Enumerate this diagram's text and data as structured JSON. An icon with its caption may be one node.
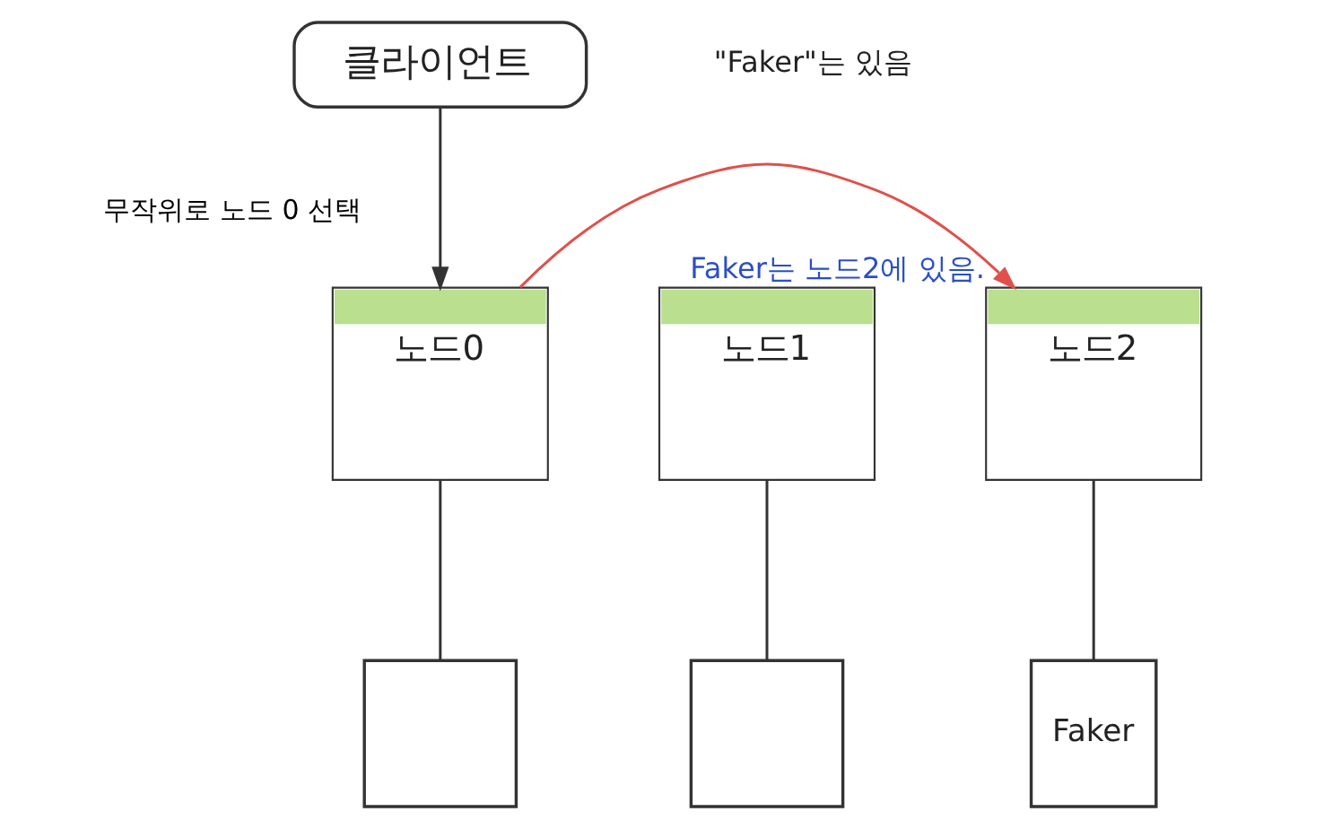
{
  "diagram": {
    "nodes": [
      {
        "text": [
          "클라이언트"
        ]
      },
      {
        "text": [
          "노드0"
        ]
      },
      {
        "text": [
          "노드1"
        ]
      },
      {
        "text": [
          "노드2"
        ],
        "beside": [
          "Faker는 노드2에 있음."
        ]
      },
      {
        "text": [],
        "shape": "box"
      },
      {
        "text": [],
        "shape": "box"
      },
      {
        "text": [
          "Faker"
        ]
      }
    ],
    "edges": [
      {
        "from": 0,
        "to": 1,
        "arrow": "to",
        "label": "무작위로 노드 0 선택"
      },
      {
        "from": 1,
        "to": 3,
        "arrow": "to",
        "color": "#e0504a"
      },
      {
        "from": 1,
        "to": 4,
        "arrow": "none"
      },
      {
        "from": 2,
        "to": 5,
        "arrow": "none"
      },
      {
        "from": 3,
        "to": 6,
        "arrow": "none"
      }
    ],
    "labels": [
      "\"Faker\"는 있음"
    ]
  }
}
